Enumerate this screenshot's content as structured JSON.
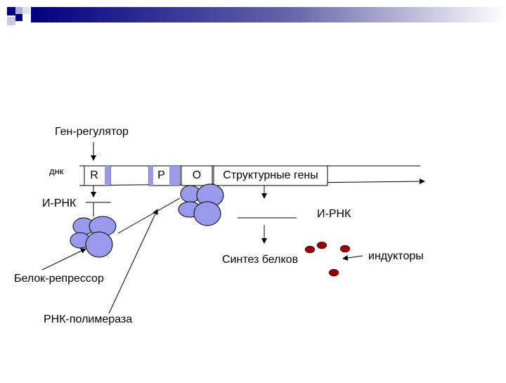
{
  "labels": {
    "gene_regulator": "Ген-регулятор",
    "dna": "днк",
    "mrna_left": "И-РНК",
    "mrna_right": "И-РНК",
    "repressor": "Белок-репрессор",
    "polymerase": "РНК-полимераза",
    "protein_synthesis": "Синтез белков",
    "inducers": "индукторы"
  },
  "genes": {
    "regulator": "R",
    "promoter": "P",
    "operator": "O",
    "structural": "Структурные гены"
  },
  "colors": {
    "header_dark": "#000080",
    "header_mid": "#9999cc",
    "blob_fill": "#9999ee",
    "gene_stripe": "#9999ee",
    "inducer_fill": "#990000",
    "line": "#000000"
  }
}
